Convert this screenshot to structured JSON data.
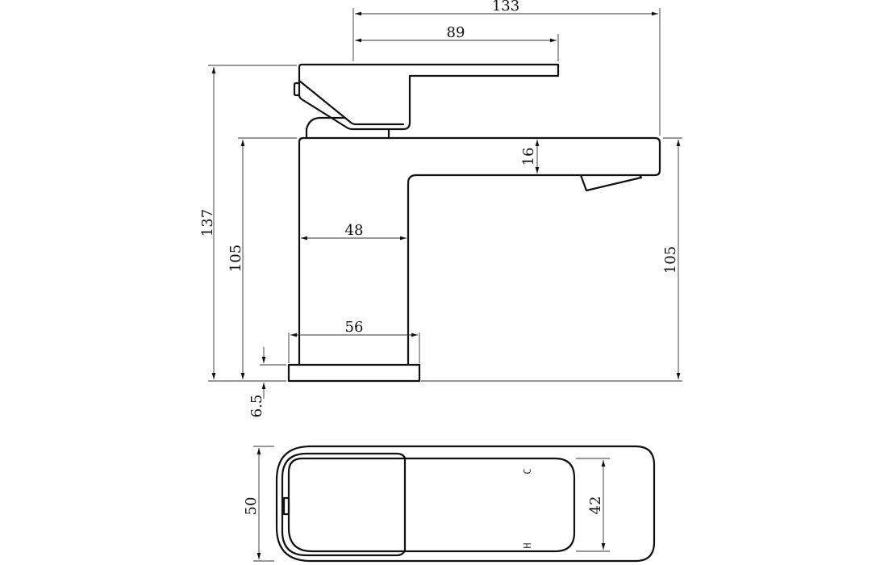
{
  "drawing": {
    "dimensions": {
      "overall_depth": "133",
      "lever_length": "89",
      "overall_height": "137",
      "body_height_left": "105",
      "body_height_right": "105",
      "spout_thickness": "16",
      "body_width": "48",
      "base_width": "56",
      "base_thickness": "6.5",
      "plan_width": "50",
      "lever_plan_width": "42"
    },
    "markings": {
      "cold": "C",
      "hot": "H"
    }
  }
}
